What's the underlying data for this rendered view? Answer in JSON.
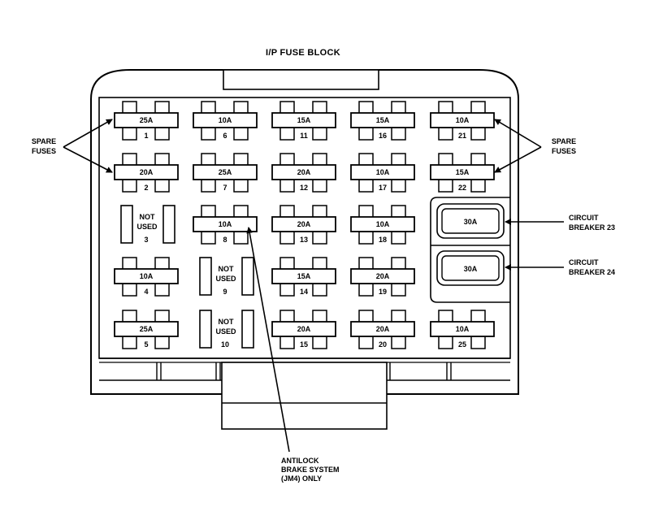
{
  "title": "I/P FUSE BLOCK",
  "fuses": [
    {
      "number": "1",
      "rating": "25A",
      "col": 0,
      "row": 0
    },
    {
      "number": "6",
      "rating": "10A",
      "col": 1,
      "row": 0
    },
    {
      "number": "11",
      "rating": "15A",
      "col": 2,
      "row": 0
    },
    {
      "number": "16",
      "rating": "15A",
      "col": 3,
      "row": 0
    },
    {
      "number": "21",
      "rating": "10A",
      "col": 4,
      "row": 0
    },
    {
      "number": "2",
      "rating": "20A",
      "col": 0,
      "row": 1
    },
    {
      "number": "7",
      "rating": "25A",
      "col": 1,
      "row": 1
    },
    {
      "number": "12",
      "rating": "20A",
      "col": 2,
      "row": 1
    },
    {
      "number": "17",
      "rating": "10A",
      "col": 3,
      "row": 1
    },
    {
      "number": "22",
      "rating": "15A",
      "col": 4,
      "row": 1
    },
    {
      "number": "8",
      "rating": "10A",
      "col": 1,
      "row": 2
    },
    {
      "number": "13",
      "rating": "20A",
      "col": 2,
      "row": 2
    },
    {
      "number": "18",
      "rating": "10A",
      "col": 3,
      "row": 2
    },
    {
      "number": "4",
      "rating": "10A",
      "col": 0,
      "row": 3
    },
    {
      "number": "14",
      "rating": "15A",
      "col": 2,
      "row": 3
    },
    {
      "number": "19",
      "rating": "20A",
      "col": 3,
      "row": 3
    },
    {
      "number": "5",
      "rating": "25A",
      "col": 0,
      "row": 4
    },
    {
      "number": "15",
      "rating": "20A",
      "col": 2,
      "row": 4
    },
    {
      "number": "20",
      "rating": "20A",
      "col": 3,
      "row": 4
    },
    {
      "number": "25",
      "rating": "10A",
      "col": 4,
      "row": 4
    }
  ],
  "unused": [
    {
      "number": "3",
      "label_line1": "NOT",
      "label_line2": "USED",
      "col": 0,
      "row": 2
    },
    {
      "number": "9",
      "label_line1": "NOT",
      "label_line2": "USED",
      "col": 1,
      "row": 3
    },
    {
      "number": "10",
      "label_line1": "NOT",
      "label_line2": "USED",
      "col": 1,
      "row": 4
    }
  ],
  "breakers": [
    {
      "rating": "30A",
      "label_line1": "CIRCUIT",
      "label_line2": "BREAKER 23"
    },
    {
      "rating": "30A",
      "label_line1": "CIRCUIT",
      "label_line2": "BREAKER 24"
    }
  ],
  "callouts": {
    "spare_left_line1": "SPARE",
    "spare_left_line2": "FUSES",
    "spare_right_line1": "SPARE",
    "spare_right_line2": "FUSES",
    "abs_line1": "ANTILOCK",
    "abs_line2": "BRAKE SYSTEM",
    "abs_line3": "(JM4) ONLY"
  },
  "colors": {
    "ink": "#000000",
    "paper": "#ffffff"
  }
}
